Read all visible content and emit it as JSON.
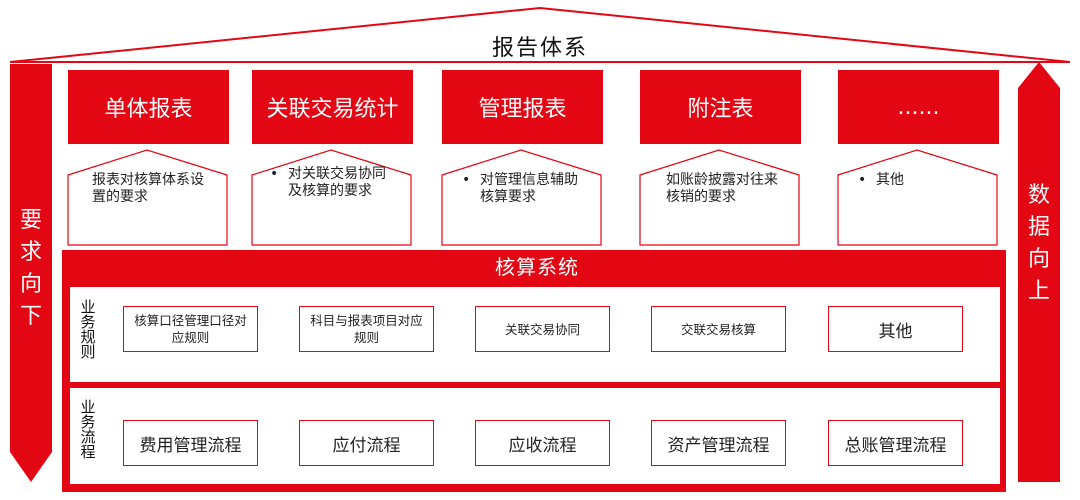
{
  "roof": {
    "title": "报告体系"
  },
  "left_arrow": {
    "label": [
      "要",
      "求",
      "向",
      "下"
    ]
  },
  "right_arrow": {
    "label": [
      "数",
      "据",
      "向",
      "上"
    ]
  },
  "reports": [
    {
      "label": "单体报表",
      "requirement": "报表对核算体系设置的要求",
      "bullet": false
    },
    {
      "label": "关联交易统计",
      "requirement": "对关联交易协同及核算的要求",
      "bullet": true
    },
    {
      "label": "管理报表",
      "requirement": "对管理信息辅助核算要求",
      "bullet": true
    },
    {
      "label": "附注表",
      "requirement": "如账龄披露对往来核销的要求",
      "bullet": false
    },
    {
      "label": "......",
      "requirement": "其他",
      "bullet": true
    }
  ],
  "accounting_system": {
    "title": "核算系统",
    "business_rules": {
      "label": [
        "业",
        "务",
        "规",
        "则"
      ],
      "items": [
        "核算口径管理口径对应规则",
        "科目与报表项目对应规则",
        "关联交易协同",
        "交联交易核算",
        "其他"
      ]
    },
    "business_process": {
      "label": [
        "业",
        "务",
        "流",
        "程"
      ],
      "items": [
        "费用管理流程",
        "应付流程",
        "应收流程",
        "资产管理流程",
        "总账管理流程"
      ]
    }
  },
  "colors": {
    "accent": "#e30613",
    "text": "#222222",
    "background": "#ffffff"
  }
}
